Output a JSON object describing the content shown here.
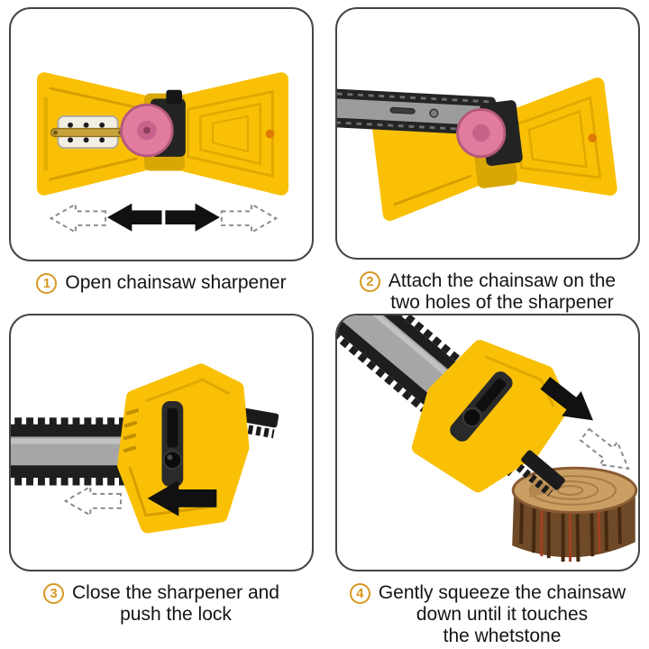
{
  "colors": {
    "sharpener_yellow": "#F9C006",
    "sharpener_shadow": "#D89E00",
    "wheel_pink": "#E27C9F",
    "bar_gray": "#A6A6A6",
    "chain_black": "#1E1E1E",
    "wood_side_brown": "#6E4A28",
    "wood_top_tan": "#C99F63",
    "step_number_orange": "#D79822",
    "caption_text": "#141414",
    "panel_border": "#454545",
    "arrow_solid": "#111111",
    "arrow_outline": "#8A8A8A",
    "background": "#FFFFFF"
  },
  "steps": [
    {
      "number": "1",
      "caption": "Open chainsaw sharpener"
    },
    {
      "number": "2",
      "caption": "Attach the chainsaw on the\ntwo holes of the sharpener"
    },
    {
      "number": "3",
      "caption": "Close the sharpener and\npush the lock"
    },
    {
      "number": "4",
      "caption": "Gently squeeze the chainsaw\ndown until it touches\nthe whetstone"
    }
  ],
  "illustrations": {
    "step1": "chainsaw-sharpener-open",
    "step2": "sharpener-with-chainsaw-bar-attached",
    "step3": "sharpener-closed-on-bar",
    "step4": "sharpener-pressed-down-to-stump"
  }
}
